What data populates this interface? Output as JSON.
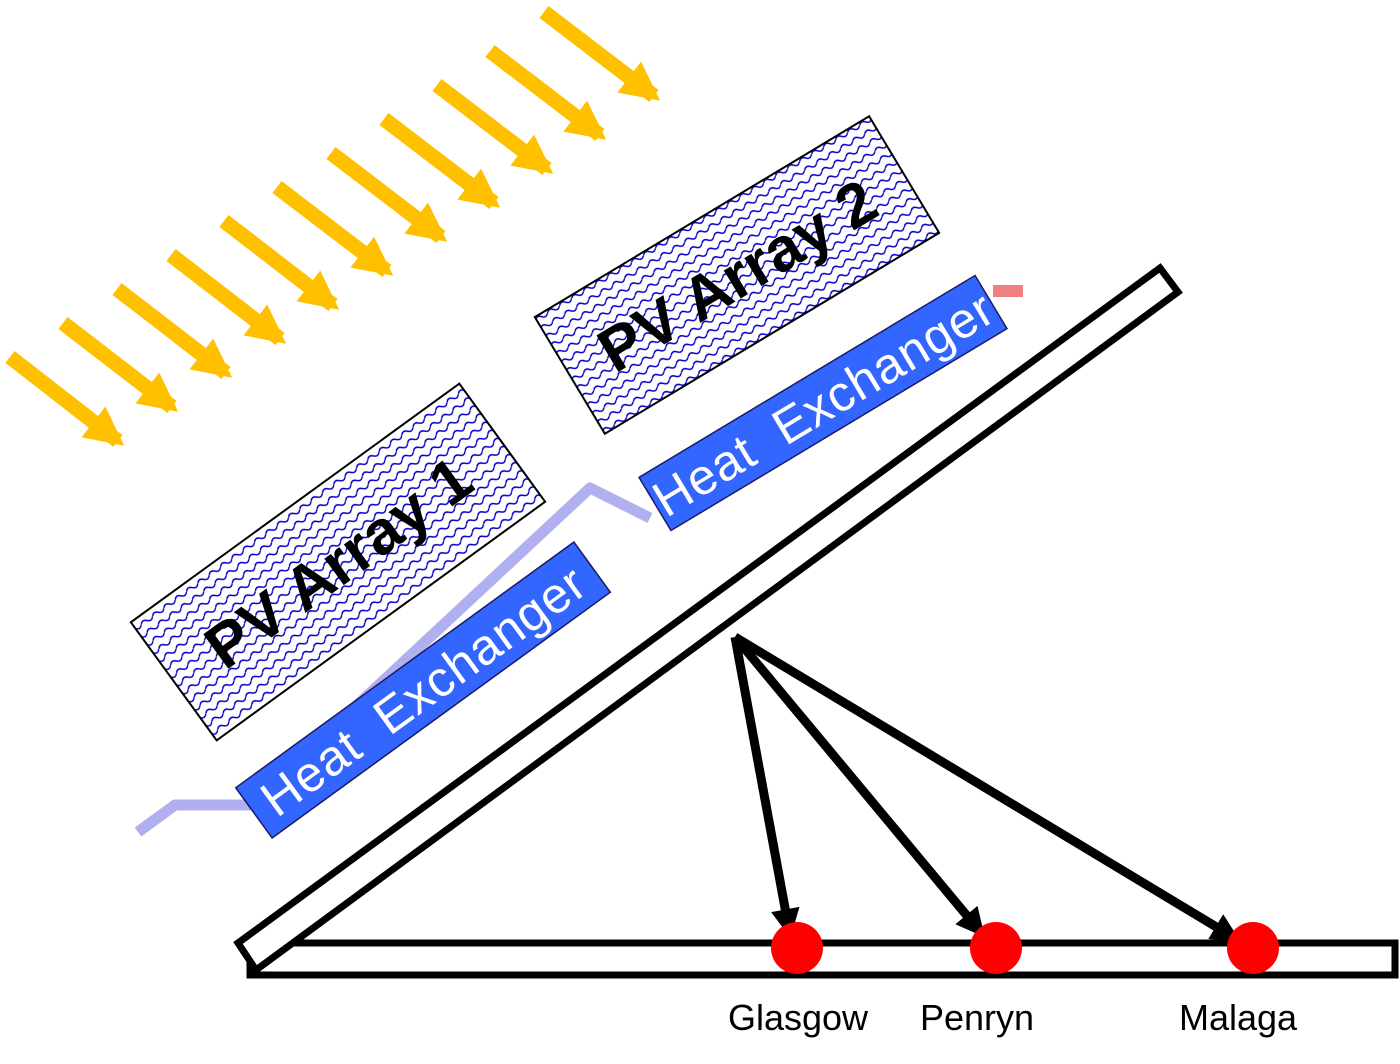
{
  "pv_arrays": [
    {
      "label": "PV Array 1"
    },
    {
      "label": "PV Array 2"
    }
  ],
  "heat_exchangers": [
    {
      "label": "Heat  Exchanger"
    },
    {
      "label": "Heat  Exchanger"
    }
  ],
  "locations": [
    {
      "label": "Glasgow"
    },
    {
      "label": "Penryn"
    },
    {
      "label": "Malaga"
    }
  ],
  "colors": {
    "sun_arrow": "#FFC000",
    "pv_pattern": "#0000CC",
    "heat_exchanger": "#3366FF",
    "pipe": "#B0B0F0",
    "outlet": "#F08080",
    "location_marker": "#FF0000",
    "frame": "#000000"
  },
  "icons": {
    "sun_rays": "sun-ray-arrow-icon",
    "location": "location-marker-icon"
  }
}
